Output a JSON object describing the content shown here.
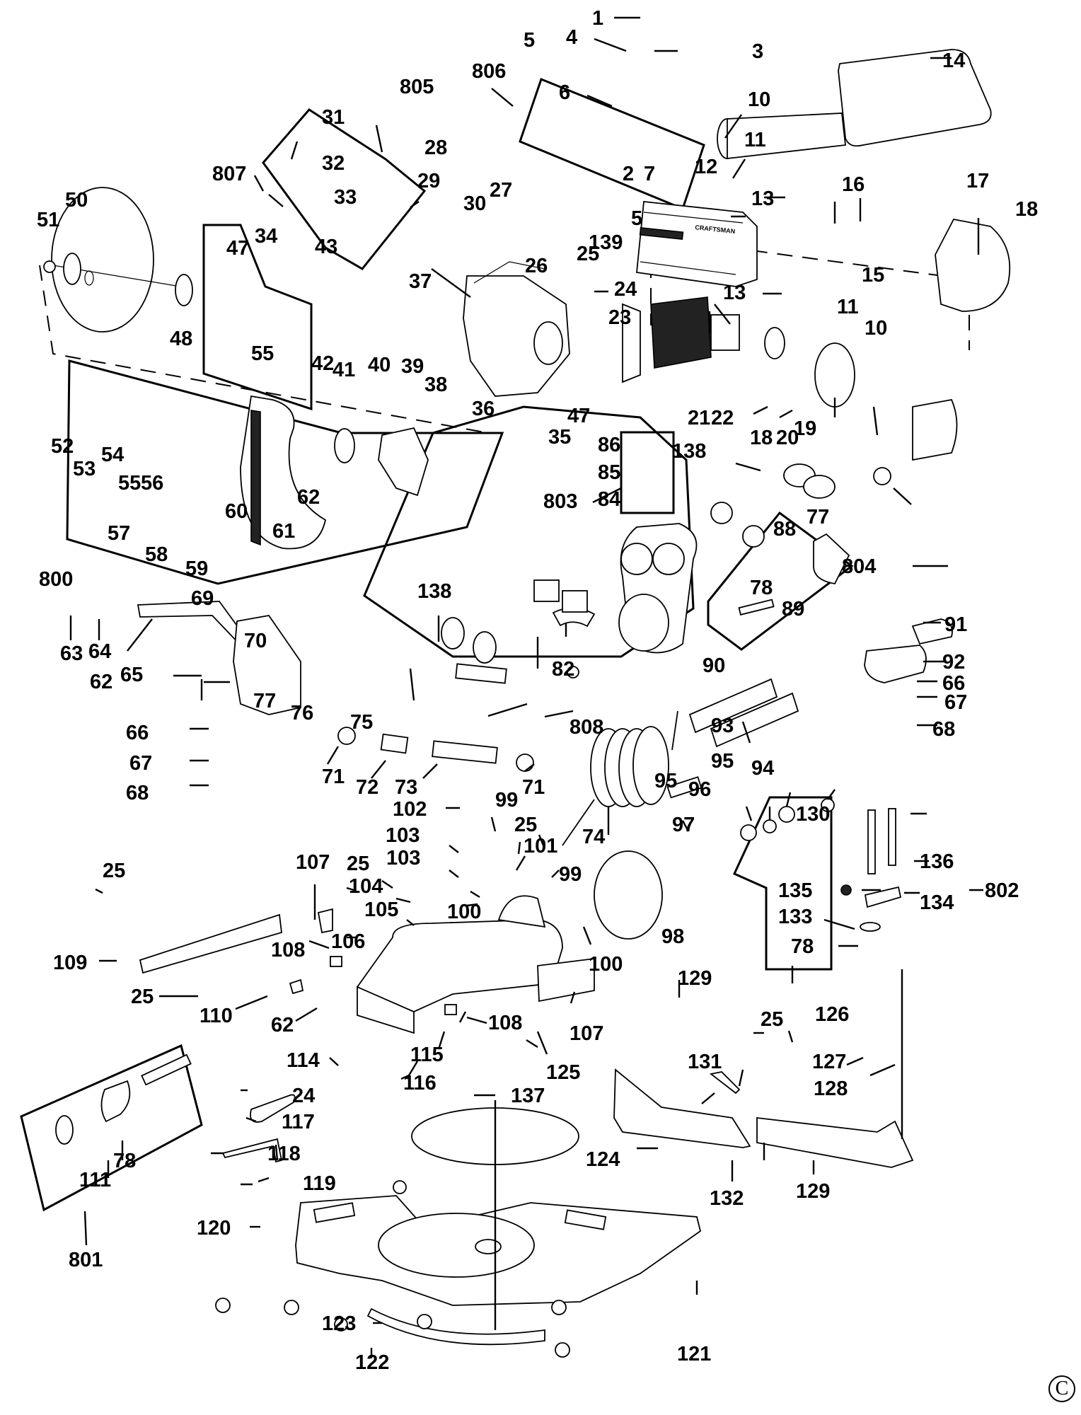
{
  "diagram": {
    "title": "Mitre saw exploded parts diagram",
    "brand_mark": "CRAFTSMAN",
    "copyright_symbol": "C",
    "assemblies": [
      {
        "id": "800",
        "label": "800"
      },
      {
        "id": "801",
        "label": "801"
      },
      {
        "id": "802",
        "label": "802"
      },
      {
        "id": "803",
        "label": "803"
      },
      {
        "id": "804",
        "label": "804"
      },
      {
        "id": "805",
        "label": "805"
      },
      {
        "id": "806",
        "label": "806"
      },
      {
        "id": "807",
        "label": "807"
      },
      {
        "id": "808",
        "label": "808"
      }
    ],
    "labels": {
      "p1": "1",
      "p2": "2",
      "p3": "3",
      "p4": "4",
      "p5a": "5",
      "p5b": "5",
      "p6": "6",
      "p7": "7",
      "p10a": "10",
      "p10b": "10",
      "p11a": "11",
      "p11b": "11",
      "p12": "12",
      "p13a": "13",
      "p13b": "13",
      "p14": "14",
      "p15": "15",
      "p16": "16",
      "p17": "17",
      "p18a": "18",
      "p18b": "18",
      "p19": "19",
      "p20": "20",
      "p21": "21",
      "p22": "22",
      "p23": "23",
      "p24a": "24",
      "p24b": "24",
      "p25a": "25",
      "p25b": "25",
      "p25c": "25",
      "p25d": "25",
      "p25e": "25",
      "p25f": "25",
      "p26": "26",
      "p27": "27",
      "p28": "28",
      "p29": "29",
      "p30": "30",
      "p31": "31",
      "p32": "32",
      "p33": "33",
      "p34": "34",
      "p35": "35",
      "p36": "36",
      "p37": "37",
      "p38": "38",
      "p39": "39",
      "p40": "40",
      "p41": "41",
      "p42": "42",
      "p43": "43",
      "p47a": "47",
      "p47b": "47",
      "p48": "48",
      "p50": "50",
      "p51": "51",
      "p52": "52",
      "p53": "53",
      "p54": "54",
      "p55a": "55",
      "p55b": "55",
      "p56": "56",
      "p57": "57",
      "p58": "58",
      "p59": "59",
      "p60": "60",
      "p61": "61",
      "p62a": "62",
      "p62b": "62",
      "p62c": "62",
      "p63": "63",
      "p64": "64",
      "p65": "65",
      "p66a": "66",
      "p66b": "66",
      "p67a": "67",
      "p67b": "67",
      "p68a": "68",
      "p68b": "68",
      "p69": "69",
      "p70": "70",
      "p71a": "71",
      "p71b": "71",
      "p72": "72",
      "p73": "73",
      "p74": "74",
      "p75": "75",
      "p76": "76",
      "p77a": "77",
      "p77b": "77",
      "p78a": "78",
      "p78b": "78",
      "p78c": "78",
      "p82": "82",
      "p84": "84",
      "p85": "85",
      "p86": "86",
      "p88": "88",
      "p89": "89",
      "p90": "90",
      "p91": "91",
      "p92": "92",
      "p93": "93",
      "p94": "94",
      "p95a": "95",
      "p95b": "95",
      "p96": "96",
      "p97": "97",
      "p98": "98",
      "p99a": "99",
      "p99b": "99",
      "p100a": "100",
      "p100b": "100",
      "p101": "101",
      "p102": "102",
      "p103a": "103",
      "p103b": "103",
      "p104": "104",
      "p105": "105",
      "p106": "106",
      "p107a": "107",
      "p107b": "107",
      "p108a": "108",
      "p108b": "108",
      "p109": "109",
      "p110": "110",
      "p111": "111",
      "p114": "114",
      "p115": "115",
      "p116": "116",
      "p117": "117",
      "p118": "118",
      "p119": "119",
      "p120": "120",
      "p121": "121",
      "p122": "122",
      "p123": "123",
      "p124": "124",
      "p125": "125",
      "p126": "126",
      "p127": "127",
      "p128": "128",
      "p129a": "129",
      "p129b": "129",
      "p130": "130",
      "p131": "131",
      "p132": "132",
      "p133": "133",
      "p134": "134",
      "p135": "135",
      "p136": "136",
      "p137": "137",
      "p138a": "138",
      "p138b": "138",
      "p139": "139"
    }
  }
}
